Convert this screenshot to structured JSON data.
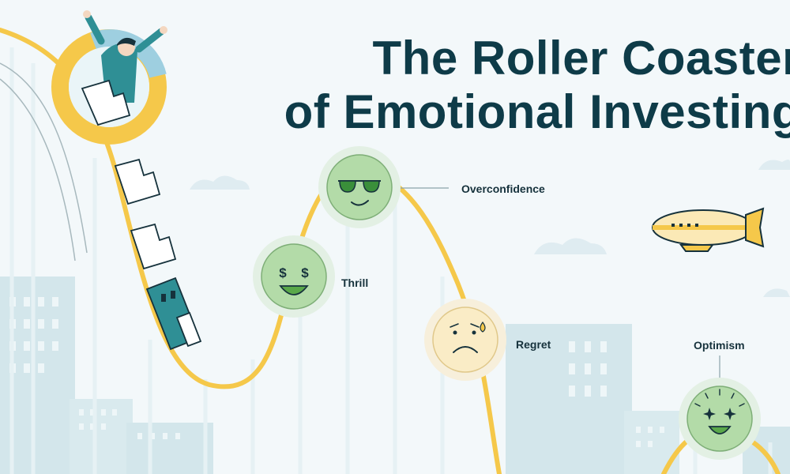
{
  "title": {
    "line1": "The Roller Coaster",
    "line2": "of Emotional Investing"
  },
  "emotions": [
    {
      "label": "Thrill",
      "face": "dollar-eyes-face-icon"
    },
    {
      "label": "Overconfidence",
      "face": "sunglasses-face-icon"
    },
    {
      "label": "Regret",
      "face": "sad-face-icon"
    },
    {
      "label": "Optimism",
      "face": "starry-eyed-face-icon"
    }
  ],
  "colors": {
    "track": "#f5c84a",
    "title": "#0e3b48",
    "sky": "#f3f8fa",
    "buildings": "#cfe3e8",
    "emoji_green": "#a6d49b",
    "emoji_yellow": "#faecc6",
    "car_teal": "#2f8f95"
  }
}
